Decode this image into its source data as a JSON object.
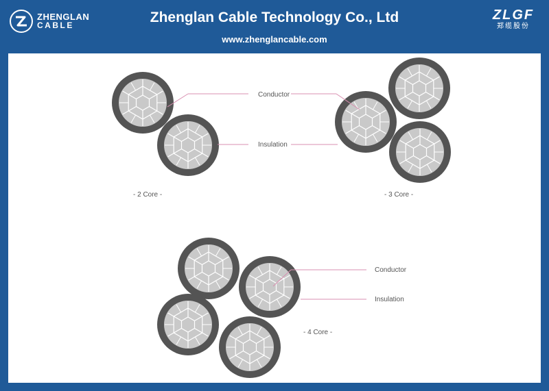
{
  "header": {
    "company_title": "Zhenglan Cable Technology Co., Ltd",
    "website": "www.zhenglancable.com",
    "logo_left_line1": "ZHENGLAN",
    "logo_left_line2": "CABLE",
    "logo_right_brand": "ZLGF",
    "logo_right_cn": "郑缆股份"
  },
  "diagrams": {
    "two_core": {
      "caption": "- 2 Core -",
      "label_conductor": "Conductor",
      "label_insulation": "Insulation"
    },
    "three_core": {
      "caption": "- 3 Core -"
    },
    "four_core": {
      "caption": "- 4 Core -",
      "label_conductor": "Conductor",
      "label_insulation": "Insulation"
    }
  },
  "colors": {
    "background_blue": "#1f5a98",
    "insulation": "#545454",
    "conductor": "#c9c9c9",
    "strand_lines": "#ffffff",
    "leader_line": "#d98fb0"
  }
}
